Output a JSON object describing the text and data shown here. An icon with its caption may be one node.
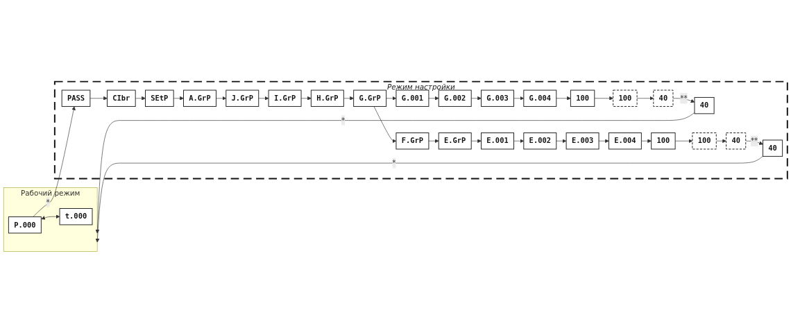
{
  "diagram": {
    "nodes": [
      {
        "text": [
          "Рабочий режим"
        ]
      },
      {
        "text": [
          "P.000"
        ],
        "in": 0
      },
      {
        "text": [
          "t.000"
        ],
        "in": 0
      },
      {
        "text": [
          "Режим настройки"
        ]
      },
      {
        "text": [
          "PASS"
        ],
        "in": 3
      },
      {
        "text": [
          "CIbr"
        ],
        "in": 3
      },
      {
        "text": [
          "SEtP"
        ],
        "in": 3
      },
      {
        "text": [
          "A.GrP"
        ],
        "in": 3
      },
      {
        "text": [
          "J.GrP"
        ],
        "in": 3
      },
      {
        "text": [
          "I.GrP"
        ],
        "in": 3
      },
      {
        "text": [
          "H.GrP"
        ],
        "in": 3
      },
      {
        "text": [
          "G.GrP"
        ],
        "in": 3
      },
      {
        "text": [
          "F.GrP"
        ],
        "in": 3
      },
      {
        "text": [
          "E.GrP"
        ],
        "in": 3
      },
      {
        "text": [
          "G.001"
        ],
        "in": 3
      },
      {
        "text": [
          "G.002"
        ],
        "in": 3
      },
      {
        "text": [
          "G.003"
        ],
        "in": 3
      },
      {
        "text": [
          "G.004"
        ],
        "in": 3
      },
      {
        "text": [
          "100"
        ],
        "in": 3
      },
      {
        "text": [
          "40"
        ],
        "in": 3
      },
      {
        "text": [
          "100"
        ],
        "in": 3
      },
      {
        "text": [
          "40"
        ],
        "in": 3
      },
      {
        "text": [
          "E.001"
        ],
        "in": 3
      },
      {
        "text": [
          "E.002"
        ],
        "in": 3
      },
      {
        "text": [
          "E.003"
        ],
        "in": 3
      },
      {
        "text": [
          "E.004"
        ],
        "in": 3
      },
      {
        "text": [
          "100"
        ],
        "in": 3
      },
      {
        "text": [
          "40"
        ],
        "in": 3
      },
      {
        "text": [
          "100"
        ],
        "in": 3
      },
      {
        "text": [
          "40"
        ],
        "in": 3
      }
    ],
    "edges": [
      {
        "from": 1,
        "to": 2,
        "arrow": "both"
      },
      {
        "from": 1,
        "to": 4,
        "arrow": "to",
        "label": "*"
      },
      {
        "from": 4,
        "to": 5,
        "arrow": "to"
      },
      {
        "from": 5,
        "to": 6,
        "arrow": "to"
      },
      {
        "from": 6,
        "to": 7,
        "arrow": "to"
      },
      {
        "from": 7,
        "to": 8,
        "arrow": "to"
      },
      {
        "from": 8,
        "to": 9,
        "arrow": "to"
      },
      {
        "from": 9,
        "to": 10,
        "arrow": "to"
      },
      {
        "from": 10,
        "to": 11,
        "arrow": "to"
      },
      {
        "from": 11,
        "to": 12,
        "arrow": "to"
      },
      {
        "from": 12,
        "to": 13,
        "arrow": "to"
      },
      {
        "from": 11,
        "to": 14,
        "arrow": "to"
      },
      {
        "from": 14,
        "to": 15,
        "arrow": "to"
      },
      {
        "from": 15,
        "to": 16,
        "arrow": "to"
      },
      {
        "from": 16,
        "to": 17,
        "arrow": "to"
      },
      {
        "from": 17,
        "to": 18,
        "arrow": "to"
      },
      {
        "from": 18,
        "to": 20,
        "arrow": "to"
      },
      {
        "from": 20,
        "to": 21,
        "arrow": "to"
      },
      {
        "from": 21,
        "to": 19,
        "arrow": "to",
        "label": "**"
      },
      {
        "from": 19,
        "to": 0,
        "arrow": "to",
        "label": "*"
      },
      {
        "from": 13,
        "to": 22,
        "arrow": "to"
      },
      {
        "from": 22,
        "to": 23,
        "arrow": "to"
      },
      {
        "from": 23,
        "to": 24,
        "arrow": "to"
      },
      {
        "from": 24,
        "to": 25,
        "arrow": "to"
      },
      {
        "from": 25,
        "to": 26,
        "arrow": "to"
      },
      {
        "from": 26,
        "to": 28,
        "arrow": "to"
      },
      {
        "from": 28,
        "to": 29,
        "arrow": "to"
      },
      {
        "from": 29,
        "to": 27,
        "arrow": "to",
        "label": "**"
      },
      {
        "from": 27,
        "to": 0,
        "arrow": "to",
        "label": "*"
      }
    ]
  }
}
